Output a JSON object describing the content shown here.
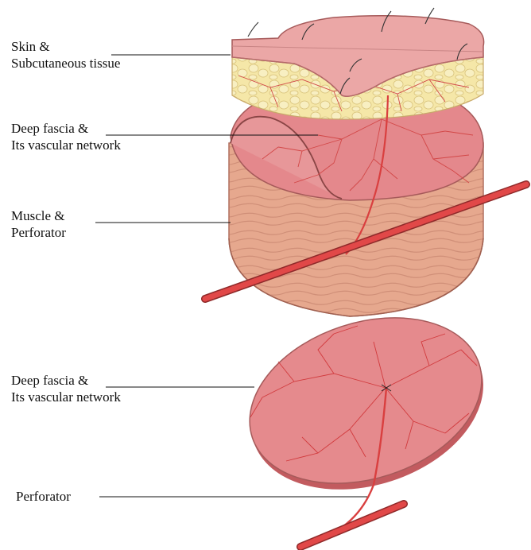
{
  "labels": {
    "skin": {
      "line1": "Skin &",
      "line2": "Subcutaneous tissue"
    },
    "deep_fascia_top": {
      "line1": "Deep fascia &",
      "line2": "Its vascular network"
    },
    "muscle": {
      "line1": "Muscle &",
      "line2": "Perforator"
    },
    "deep_fascia_bottom": {
      "line1": "Deep fascia &",
      "line2": "Its vascular network"
    },
    "perforator": {
      "line1": "Perforator"
    }
  },
  "colors": {
    "skin": "#e9a2a2",
    "fat": "#f4e6a6",
    "fascia": "#e58b8e",
    "muscle": "#e7a98f",
    "vessel": "#e04a4a",
    "outline": "#a65a5a"
  }
}
